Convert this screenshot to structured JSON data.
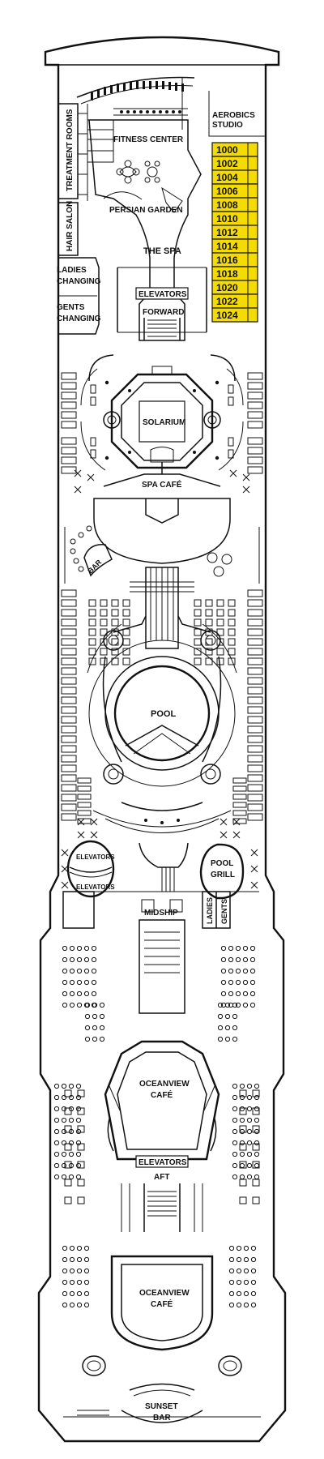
{
  "deck": {
    "areas": {
      "aerobics_studio": [
        "AEROBICS",
        "STUDIO"
      ],
      "fitness_center": "FITNESS CENTER",
      "treatment_rooms": "TREATMENT ROOMS",
      "persian_garden": "PERSIAN GARDEN",
      "hair_salon": "HAIR SALON",
      "the_spa": "THE SPA",
      "ladies_changing": [
        "LADIES",
        "CHANGING"
      ],
      "gents_changing": [
        "GENTS",
        "CHANGING"
      ],
      "elevators_forward": "ELEVATORS",
      "forward": "FORWARD",
      "solarium": "SOLARIUM",
      "spa_cafe": "SPA CAFÉ",
      "bar": "BAR",
      "pool": "POOL",
      "elevators_midship_top": "ELEVATORS",
      "elevators_midship_bottom": "ELEVATORS",
      "pool_grill": [
        "POOL",
        "GRILL"
      ],
      "midship": "MIDSHIP",
      "ladies": "LADIES",
      "gents": "GENTS",
      "oceanview_cafe_upper": [
        "OCEANVIEW",
        "CAFÉ"
      ],
      "elevators_aft": "ELEVATORS",
      "aft": "AFT",
      "oceanview_cafe_lower": [
        "OCEANVIEW",
        "CAFÉ"
      ],
      "sunset_bar": [
        "SUNSET",
        "BAR"
      ]
    },
    "cabins": [
      "1000",
      "1002",
      "1004",
      "1006",
      "1008",
      "1010",
      "1012",
      "1014",
      "1016",
      "1018",
      "1020",
      "1022",
      "1024"
    ],
    "colors": {
      "cabin_fill": "#f5dc00",
      "line": "#111111",
      "background": "#ffffff"
    }
  }
}
